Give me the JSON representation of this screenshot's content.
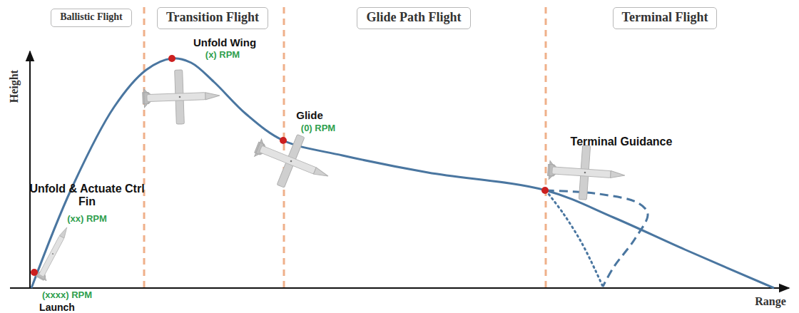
{
  "diagram": {
    "nodes": [
      {
        "text": [
          "Ballistic Flight"
        ]
      },
      {
        "text": [
          "Transition Flight"
        ]
      },
      {
        "text": [
          "Glide Path Flight"
        ]
      },
      {
        "text": [
          "Terminal Flight"
        ]
      }
    ],
    "labels": [
      "Unfold Wing",
      "(x) RPM",
      "Glide",
      "(0) RPM",
      "Terminal Guidance",
      "Unfold & Actuate Ctrl Fin",
      "(xx) RPM",
      "(xxxx) RPM",
      "Launch",
      "Height",
      "Range"
    ]
  }
}
